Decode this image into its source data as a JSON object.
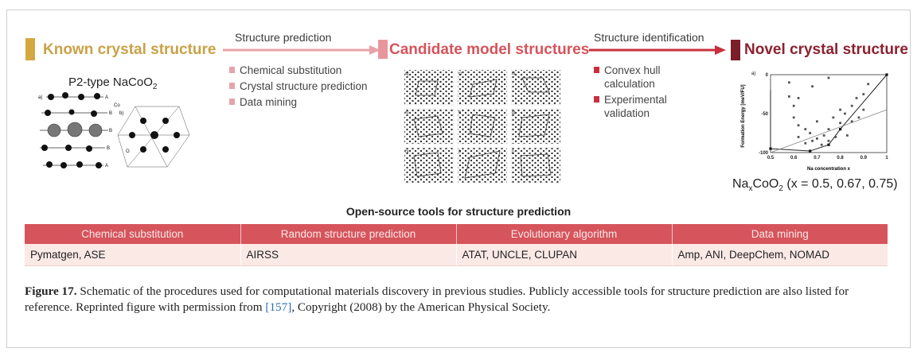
{
  "stages": {
    "known": {
      "title": "Known crystal structure",
      "color": "#d4a841"
    },
    "candidate": {
      "title": "Candidate model structures",
      "color": "#d6545c"
    },
    "novel": {
      "title": "Novel crystal structure",
      "color": "#7a1f29"
    }
  },
  "arrows": {
    "prediction": {
      "label": "Structure prediction"
    },
    "identification": {
      "label": "Structure identification"
    }
  },
  "prediction_methods": [
    "Chemical substitution",
    "Crystal structure prediction",
    "Data mining"
  ],
  "identification_methods": [
    "Convex hull calculation",
    "Experimental validation"
  ],
  "known_structure": {
    "title_text": "P2-type NaCoO",
    "title_sub": "2",
    "panel_labels": [
      "a)",
      "b)"
    ],
    "layer_labels": [
      "A",
      "B",
      "B",
      "B",
      "A"
    ],
    "atom_labels": [
      "Co",
      "O"
    ]
  },
  "candidate_panels": [
    "a)",
    "c)",
    "d)",
    "e)",
    "f)",
    "g)",
    "h)",
    "i)",
    "j)"
  ],
  "novel_formula": {
    "part1": "Na",
    "sub1": "x",
    "part2": "CoO",
    "sub2": "2",
    "part3": " (x = 0.5, 0.67, 0.75)"
  },
  "chart_data": {
    "type": "scatter",
    "panel_label": "a)",
    "xlabel": "Na concentration x",
    "ylabel": "Formation Energy [meV/FU]",
    "xlim": [
      0.5,
      1.0
    ],
    "ylim": [
      -100,
      0
    ],
    "xticks": [
      "0.5",
      "0.6",
      "0.7",
      "0.8",
      "0.9",
      "1"
    ],
    "yticks": [
      "0",
      "-50",
      "-100"
    ],
    "hull_points": [
      [
        0.5,
        -95
      ],
      [
        0.67,
        -98
      ],
      [
        0.75,
        -90
      ],
      [
        0.8,
        -70
      ],
      [
        1.0,
        0
      ]
    ],
    "hull_left": [
      [
        0.5,
        -95
      ],
      [
        0.5,
        -20
      ]
    ],
    "scatter_points": [
      [
        0.58,
        -10
      ],
      [
        0.58,
        -28
      ],
      [
        0.6,
        -40
      ],
      [
        0.6,
        -55
      ],
      [
        0.62,
        -65
      ],
      [
        0.62,
        -80
      ],
      [
        0.65,
        -70
      ],
      [
        0.65,
        -88
      ],
      [
        0.67,
        -75
      ],
      [
        0.68,
        -85
      ],
      [
        0.7,
        -60
      ],
      [
        0.7,
        -82
      ],
      [
        0.72,
        -90
      ],
      [
        0.73,
        -78
      ],
      [
        0.75,
        -70
      ],
      [
        0.75,
        -85
      ],
      [
        0.77,
        -55
      ],
      [
        0.78,
        -80
      ],
      [
        0.8,
        -45
      ],
      [
        0.8,
        -62
      ],
      [
        0.82,
        -50
      ],
      [
        0.83,
        -78
      ],
      [
        0.85,
        -40
      ],
      [
        0.85,
        -60
      ],
      [
        0.87,
        -30
      ],
      [
        0.88,
        -55
      ],
      [
        0.9,
        -25
      ],
      [
        0.9,
        -45
      ],
      [
        0.92,
        -12
      ],
      [
        0.75,
        -4
      ],
      [
        0.68,
        -15
      ],
      [
        0.62,
        -30
      ]
    ]
  },
  "tools": {
    "heading": "Open-source tools for structure prediction",
    "columns": [
      "Chemical substitution",
      "Random structure prediction",
      "Evolutionary algorithm",
      "Data mining"
    ],
    "rows": [
      [
        "Pymatgen, ASE",
        "AIRSS",
        "ATAT, UNCLE, CLUPAN",
        "Amp, ANI, DeepChem, NOMAD"
      ]
    ]
  },
  "caption": {
    "label": "Figure 17.",
    "text_before_ref": " Schematic of the procedures used for computational materials discovery in previous studies. Publicly accessible tools for structure prediction are also listed for reference. Reprinted figure with permission from ",
    "ref": "[157]",
    "text_after_ref": ", Copyright (2008) by the American Physical Society."
  }
}
